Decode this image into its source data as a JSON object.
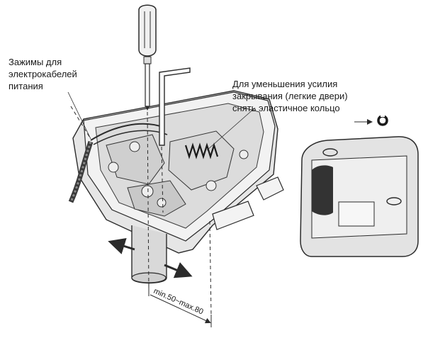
{
  "labels": {
    "cable_clamps": [
      "Зажимы для",
      "электрокабелей",
      "питания"
    ],
    "spring_note": [
      "Для уменьшения усилия",
      "закрывания (легкие двери)",
      "снять эластичное кольцо"
    ]
  },
  "dimension": "min.50~max.80",
  "colors": {
    "line": "#2b2b2b",
    "housing_fill": "#e6e6e6",
    "housing_top": "#f4f4f4",
    "housing_shadow": "#c9c9c9",
    "dark_part": "#3a3a3a"
  },
  "icons": [
    "screwdriver-icon",
    "allen-key-icon",
    "elastic-ring-icon",
    "arrow-right-icon"
  ]
}
